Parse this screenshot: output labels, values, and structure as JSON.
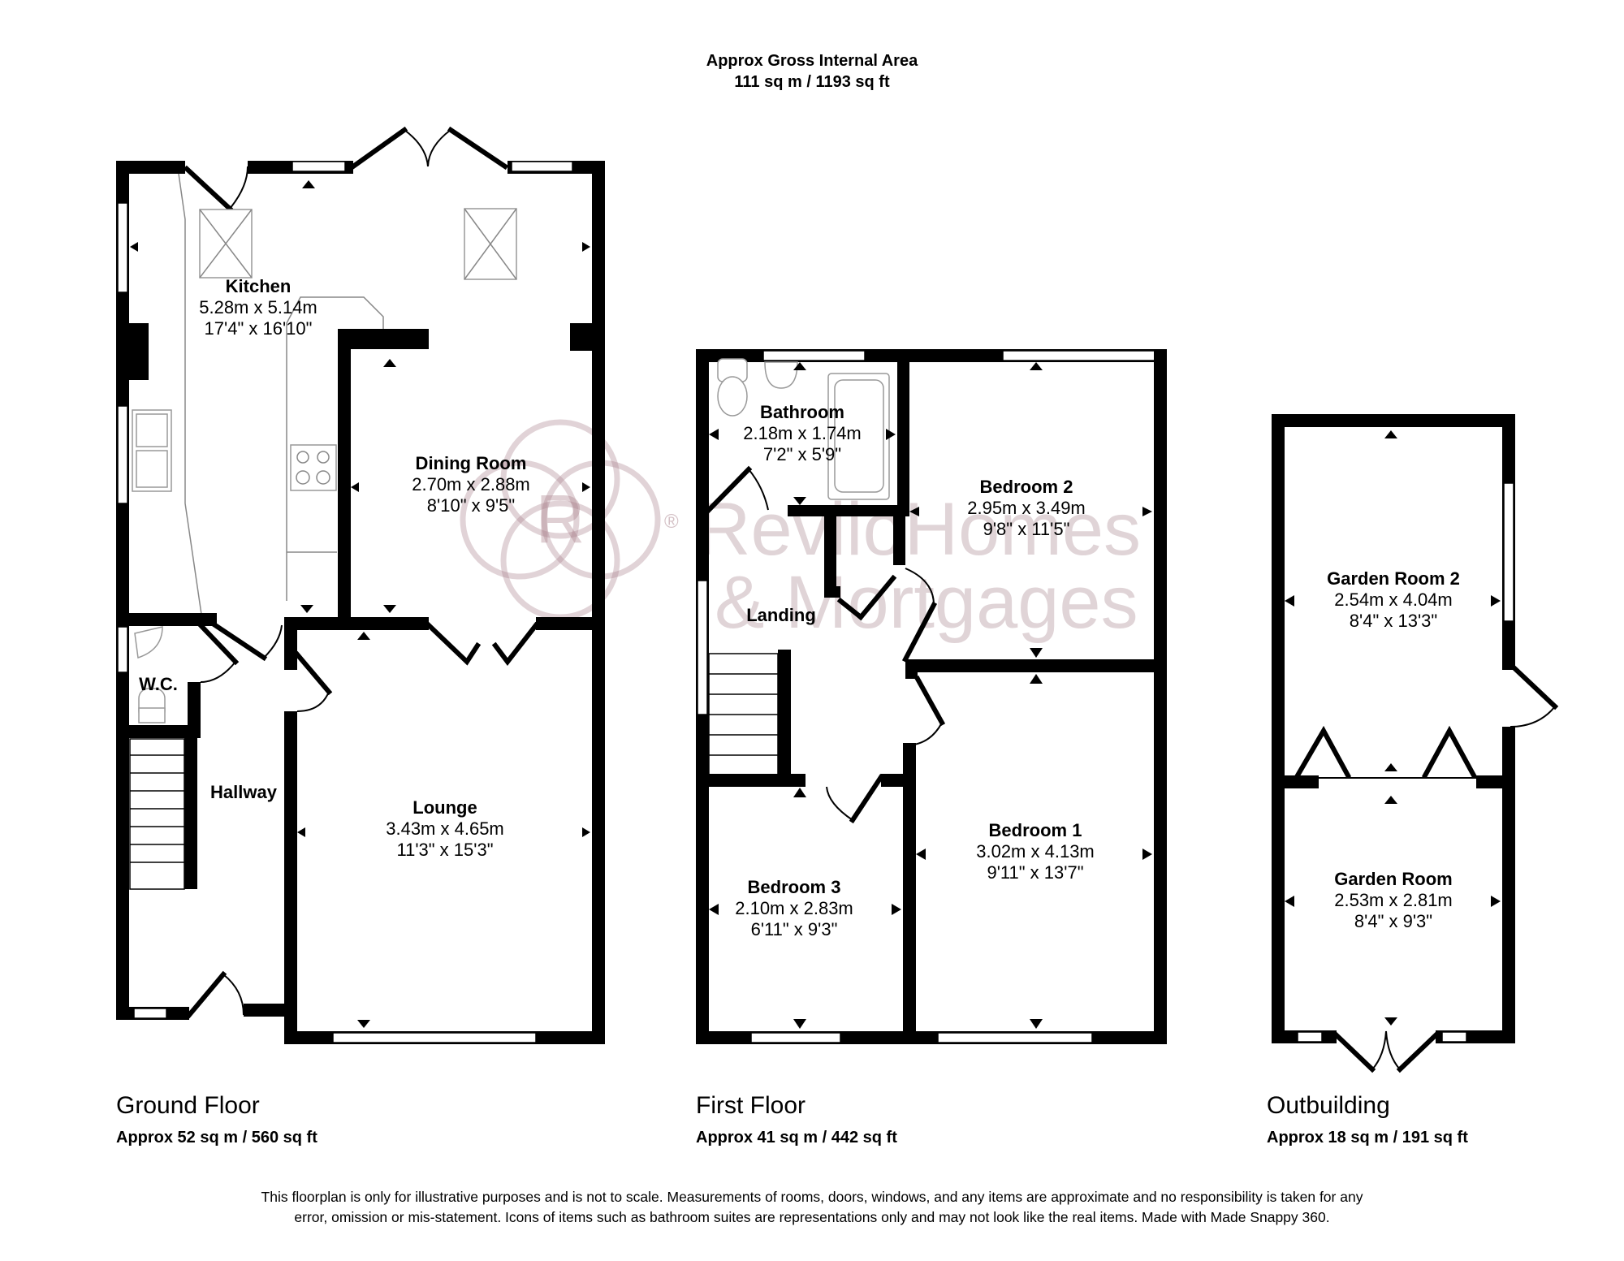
{
  "header": {
    "title": "Approx Gross Internal Area",
    "total_area": "111 sq m / 1193 sq ft"
  },
  "watermark": {
    "line1": "ReviloHomes",
    "line2": "& Mortgages",
    "logo_letter": "R",
    "registered": "®",
    "color": "#a07882"
  },
  "floors": [
    {
      "name": "Ground Floor",
      "area": "Approx 52 sq m / 560 sq ft",
      "rooms": [
        {
          "name": "Kitchen",
          "metric": "5.28m x 5.14m",
          "imperial": "17'4\" x 16'10\""
        },
        {
          "name": "Dining Room",
          "metric": "2.70m x 2.88m",
          "imperial": "8'10\" x 9'5\""
        },
        {
          "name": "W.C.",
          "metric": "",
          "imperial": ""
        },
        {
          "name": "Hallway",
          "metric": "",
          "imperial": ""
        },
        {
          "name": "Lounge",
          "metric": "3.43m x 4.65m",
          "imperial": "11'3\" x 15'3\""
        }
      ]
    },
    {
      "name": "First Floor",
      "area": "Approx 41 sq m / 442 sq ft",
      "rooms": [
        {
          "name": "Bathroom",
          "metric": "2.18m x 1.74m",
          "imperial": "7'2\" x 5'9\""
        },
        {
          "name": "Bedroom 2",
          "metric": "2.95m x 3.49m",
          "imperial": "9'8\" x 11'5\""
        },
        {
          "name": "Landing",
          "metric": "",
          "imperial": ""
        },
        {
          "name": "Bedroom 3",
          "metric": "2.10m x 2.83m",
          "imperial": "6'11\" x 9'3\""
        },
        {
          "name": "Bedroom 1",
          "metric": "3.02m x 4.13m",
          "imperial": "9'11\" x 13'7\""
        }
      ]
    },
    {
      "name": "Outbuilding",
      "area": "Approx 18 sq m / 191 sq ft",
      "rooms": [
        {
          "name": "Garden Room 2",
          "metric": "2.54m x 4.04m",
          "imperial": "8'4\" x 13'3\""
        },
        {
          "name": "Garden Room",
          "metric": "2.53m x 2.81m",
          "imperial": "8'4\" x 9'3\""
        }
      ]
    }
  ],
  "disclaimer": "This floorplan is only for illustrative purposes and is not to scale. Measurements of rooms, doors, windows, and any items are approximate and no responsibility is taken for any error, omission or mis-statement. Icons of items such as bathroom suites are representations only and may not look like the real items. Made with Made Snappy 360."
}
